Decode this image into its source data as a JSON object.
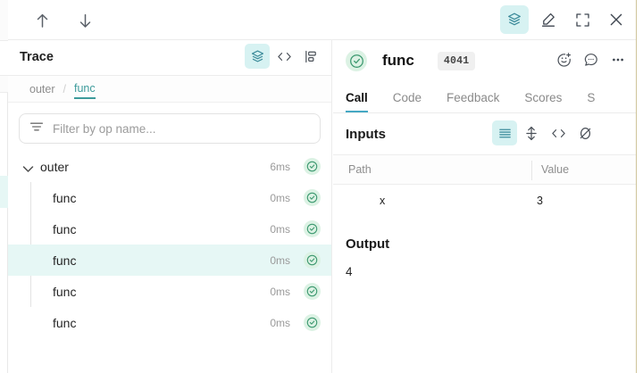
{
  "toolbar": {
    "nav_up": "navigate-up",
    "nav_down": "navigate-down",
    "layers_label": "trace-tree-view",
    "pen_label": "annotate",
    "expand_label": "fullscreen",
    "close_label": "close"
  },
  "trace": {
    "title": "Trace",
    "view_icons": [
      "stacked-layers",
      "code",
      "flamegraph"
    ],
    "breadcrumb": [
      {
        "label": "outer",
        "active": false
      },
      {
        "label": "func",
        "active": true
      }
    ],
    "breadcrumb_separator": "/",
    "filter": {
      "placeholder": "Filter by op name...",
      "value": ""
    },
    "rows": [
      {
        "label": "outer",
        "duration": "6ms",
        "depth": 0,
        "expanded": true,
        "selected": false,
        "status": "success"
      },
      {
        "label": "func",
        "duration": "0ms",
        "depth": 1,
        "expanded": false,
        "selected": false,
        "status": "success"
      },
      {
        "label": "func",
        "duration": "0ms",
        "depth": 1,
        "expanded": false,
        "selected": false,
        "status": "success"
      },
      {
        "label": "func",
        "duration": "0ms",
        "depth": 1,
        "expanded": false,
        "selected": true,
        "status": "success"
      },
      {
        "label": "func",
        "duration": "0ms",
        "depth": 1,
        "expanded": false,
        "selected": false,
        "status": "success"
      },
      {
        "label": "func",
        "duration": "0ms",
        "depth": 1,
        "expanded": false,
        "selected": false,
        "status": "success"
      }
    ]
  },
  "detail": {
    "status": "success",
    "title": "func",
    "badge": "4041",
    "actions": [
      "add-reaction",
      "comment",
      "more-options"
    ],
    "tabs": [
      {
        "label": "Call",
        "active": true
      },
      {
        "label": "Code",
        "active": false
      },
      {
        "label": "Feedback",
        "active": false
      },
      {
        "label": "Scores",
        "active": false
      },
      {
        "label": "S",
        "active": false
      }
    ],
    "inputs": {
      "title": "Inputs",
      "view_icons": [
        "list-view",
        "expand-rows",
        "code-view",
        "hide-view"
      ],
      "columns": [
        "Path",
        "Value"
      ],
      "rows": [
        {
          "path": "x",
          "value": "3"
        }
      ]
    },
    "output": {
      "title": "Output",
      "value": "4"
    }
  },
  "colors": {
    "accent_teal": "#3d9b9b",
    "accent_tab": "#45a8c4",
    "active_bg": "#d7f2f2",
    "selected_row": "#e6f7f5",
    "status_green_bg": "#dcf2e4",
    "status_green_fg": "#3d9970",
    "badge_bg": "#f0f0f0"
  }
}
